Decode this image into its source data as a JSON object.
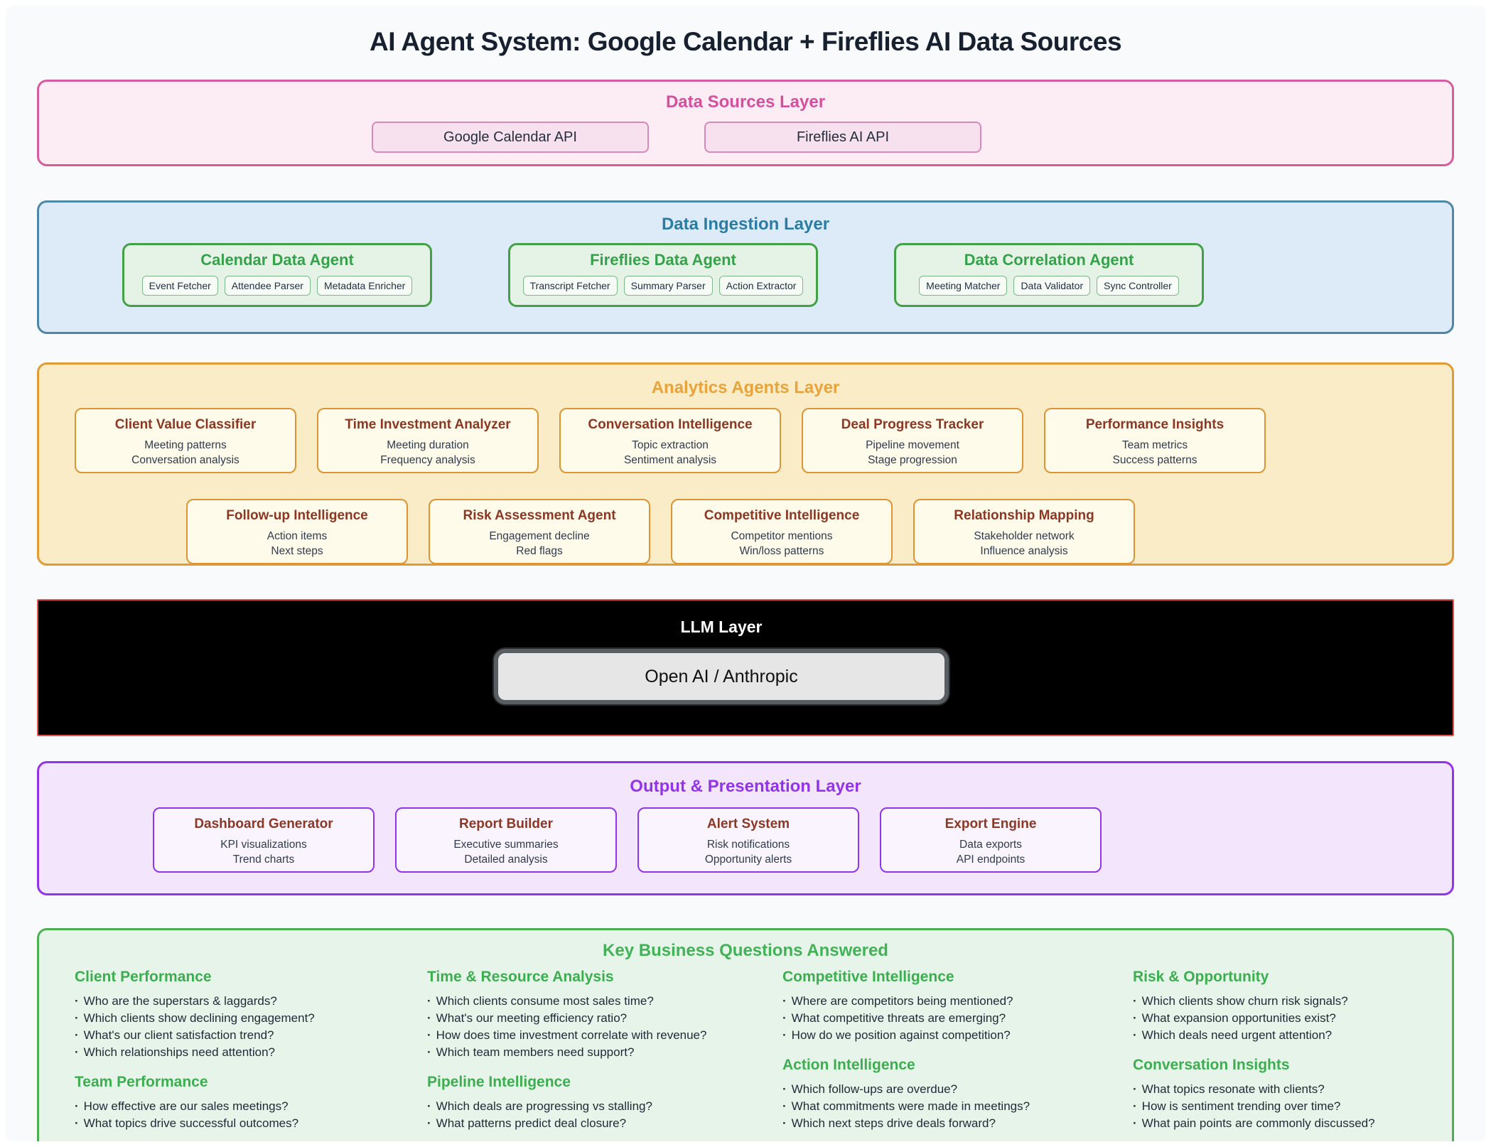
{
  "title": "AI Agent System: Google Calendar + Fireflies AI Data Sources",
  "colors": {
    "page_background": "#f8fafc",
    "data_sources_accent": "#d4509e",
    "data_ingestion_accent": "#2a7ca3",
    "agent_green_accent": "#43a047",
    "analytics_accent": "#e8a33d",
    "card_heading": "#8c3723",
    "llm_background": "#000000",
    "llm_border": "#e4554f",
    "output_accent": "#9333ea",
    "questions_accent": "#3cae50"
  },
  "layers": {
    "data_sources": {
      "title": "Data Sources Layer",
      "items": [
        "Google Calendar API",
        "Fireflies AI API"
      ]
    },
    "data_ingestion": {
      "title": "Data Ingestion Layer",
      "agents": [
        {
          "title": "Calendar Data Agent",
          "chips": [
            "Event Fetcher",
            "Attendee Parser",
            "Metadata Enricher"
          ]
        },
        {
          "title": "Fireflies Data Agent",
          "chips": [
            "Transcript Fetcher",
            "Summary Parser",
            "Action Extractor"
          ]
        },
        {
          "title": "Data Correlation Agent",
          "chips": [
            "Meeting Matcher",
            "Data Validator",
            "Sync Controller"
          ]
        }
      ]
    },
    "analytics": {
      "title": "Analytics Agents Layer",
      "row1": [
        {
          "title": "Client Value Classifier",
          "lines": [
            "Meeting patterns",
            "Conversation analysis"
          ]
        },
        {
          "title": "Time Investment Analyzer",
          "lines": [
            "Meeting duration",
            "Frequency analysis"
          ]
        },
        {
          "title": "Conversation Intelligence",
          "lines": [
            "Topic extraction",
            "Sentiment analysis"
          ]
        },
        {
          "title": "Deal Progress Tracker",
          "lines": [
            "Pipeline movement",
            "Stage progression"
          ]
        },
        {
          "title": "Performance Insights",
          "lines": [
            "Team metrics",
            "Success patterns"
          ]
        }
      ],
      "row2": [
        {
          "title": "Follow-up Intelligence",
          "lines": [
            "Action items",
            "Next steps"
          ]
        },
        {
          "title": "Risk Assessment Agent",
          "lines": [
            "Engagement decline",
            "Red flags"
          ]
        },
        {
          "title": "Competitive Intelligence",
          "lines": [
            "Competitor mentions",
            "Win/loss patterns"
          ]
        },
        {
          "title": "Relationship Mapping",
          "lines": [
            "Stakeholder network",
            "Influence analysis"
          ]
        }
      ]
    },
    "llm": {
      "title": "LLM Layer",
      "button": "Open AI / Anthropic"
    },
    "output": {
      "title": "Output & Presentation Layer",
      "cards": [
        {
          "title": "Dashboard Generator",
          "lines": [
            "KPI visualizations",
            "Trend charts"
          ]
        },
        {
          "title": "Report Builder",
          "lines": [
            "Executive summaries",
            "Detailed analysis"
          ]
        },
        {
          "title": "Alert System",
          "lines": [
            "Risk notifications",
            "Opportunity alerts"
          ]
        },
        {
          "title": "Export Engine",
          "lines": [
            "Data exports",
            "API endpoints"
          ]
        }
      ]
    },
    "questions": {
      "title": "Key Business Questions Answered",
      "columns": [
        {
          "sections": [
            {
              "heading": "Client Performance",
              "bullets": [
                "Who are the superstars & laggards?",
                "Which clients show declining engagement?",
                "What's our client satisfaction trend?",
                "Which relationships need attention?"
              ]
            },
            {
              "heading": "Team Performance",
              "bullets": [
                "How effective are our sales meetings?",
                "What topics drive successful outcomes?"
              ]
            }
          ]
        },
        {
          "sections": [
            {
              "heading": "Time & Resource Analysis",
              "bullets": [
                "Which clients consume most sales time?",
                "What's our meeting efficiency ratio?",
                "How does time investment correlate with revenue?",
                "Which team members need support?"
              ]
            },
            {
              "heading": "Pipeline Intelligence",
              "bullets": [
                "Which deals are progressing vs stalling?",
                "What patterns predict deal closure?"
              ]
            }
          ]
        },
        {
          "sections": [
            {
              "heading": "Competitive Intelligence",
              "bullets": [
                "Where are competitors being mentioned?",
                "What competitive threats are emerging?",
                "How do we position against competition?"
              ]
            },
            {
              "heading": "Action Intelligence",
              "bullets": [
                "Which follow-ups are overdue?",
                "What commitments were made in meetings?",
                "Which next steps drive deals forward?"
              ]
            }
          ]
        },
        {
          "sections": [
            {
              "heading": "Risk & Opportunity",
              "bullets": [
                "Which clients show churn risk signals?",
                "What expansion opportunities exist?",
                "Which deals need urgent attention?"
              ]
            },
            {
              "heading": "Conversation Insights",
              "bullets": [
                "What topics resonate with clients?",
                "How is sentiment trending over time?",
                "What pain points are commonly discussed?"
              ]
            }
          ]
        }
      ]
    }
  }
}
